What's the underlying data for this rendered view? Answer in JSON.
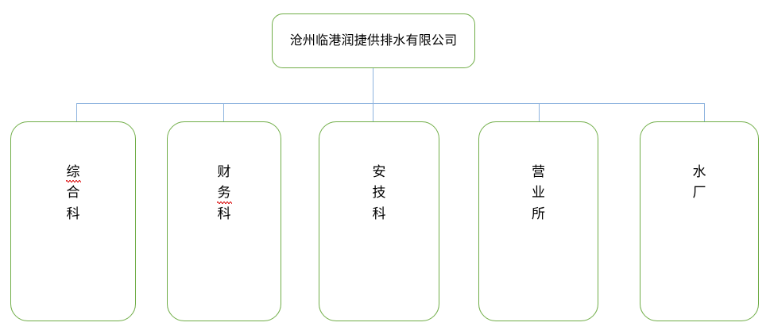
{
  "diagram": {
    "type": "organization-chart",
    "title_node": {
      "label": "沧州临港润捷供排水有限公司"
    },
    "colors": {
      "box_border": "#70ad47",
      "connector": "#8eb4df",
      "text": "#000000",
      "background": "#ffffff",
      "spellcheck_underline": "#e03030"
    },
    "children": [
      {
        "label": "综合科",
        "chars": [
          "综",
          "合",
          "科"
        ],
        "misspelled_index": 0
      },
      {
        "label": "财务科",
        "chars": [
          "财",
          "务",
          "科"
        ],
        "misspelled_index": 1
      },
      {
        "label": "安技科",
        "chars": [
          "安",
          "技",
          "科"
        ],
        "misspelled_index": -1
      },
      {
        "label": "营业所",
        "chars": [
          "营",
          "业",
          "所"
        ],
        "misspelled_index": -1
      },
      {
        "label": "水厂",
        "chars": [
          "水",
          "厂"
        ],
        "misspelled_index": -1
      }
    ]
  }
}
